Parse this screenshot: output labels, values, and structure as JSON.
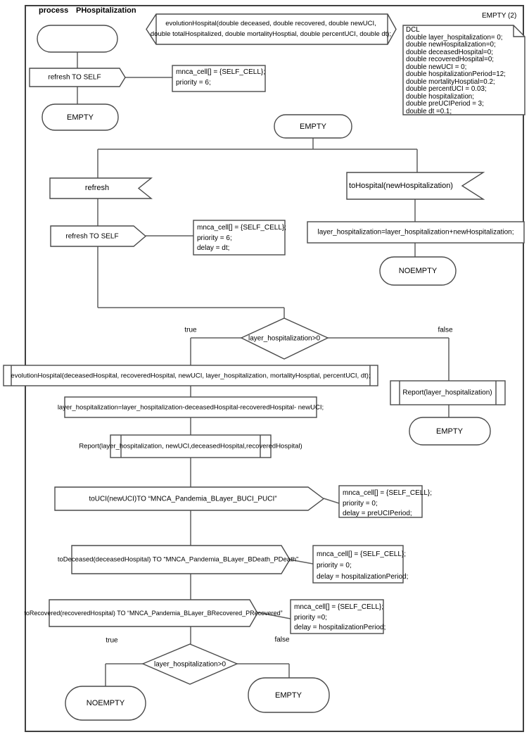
{
  "header": {
    "process_label": "process",
    "process_name": "PHospitalization",
    "empty2_label": "EMPTY (2)"
  },
  "signature": {
    "line1": "evolutionHospital(double deceased, double recovered, double newUCI,",
    "line2": "double totalHospitalized, double mortalityHosptial, double percentUCI, double dt);"
  },
  "dcl": {
    "lines": [
      "DCL",
      "double layer_hospitalization= 0;",
      "double newHospitalization=0;",
      "double deceasedHospital=0;",
      "double recoveredHospital=0;",
      "double newUCI = 0;",
      "double hospitalizationPeriod=12;",
      "double mortalityHosptial=0.2;",
      "double percentUCI = 0.03;",
      "double hospitalization;",
      "double preUCIPeriod = 3;",
      "double dt =0.1;"
    ]
  },
  "states": {
    "empty_top": "EMPTY",
    "empty_mid": "EMPTY",
    "noempty_right": "NOEMPTY",
    "empty_false_branch": "EMPTY",
    "noempty_bottom": "NOEMPTY",
    "empty_bottom": "EMPTY"
  },
  "inputs": {
    "refresh": "refresh",
    "to_hospital": "toHospital(newHospitalization)"
  },
  "outputs": {
    "refresh_to_self": "refresh TO SELF",
    "to_uci": "toUCI(newUCI)TO “MNCA_Pandemia_BLayer_BUCI_PUCI”",
    "to_deceased": "toDeceased(deceasedHospital) TO “MNCA_Pandemia_BLayer_BDeath_PDeath”",
    "to_recovered": "toRecovered(recoveredHospital) TO “MNCA_Pandemia_BLayer_BRecovered_PRecovered”"
  },
  "comments": {
    "c1": [
      "mnca_cell[] = {SELF_CELL};",
      "priority = 6;"
    ],
    "c2": [
      "mnca_cell[] = {SELF_CELL};",
      "priority = 6;",
      "delay = dt;"
    ],
    "c3": [
      "mnca_cell[] = {SELF_CELL};",
      "priority = 0;",
      "delay = preUCIPeriod;"
    ],
    "c4": [
      "mnca_cell[] = {SELF_CELL};",
      "priority = 0;",
      "delay = hospitalizationPeriod;"
    ],
    "c5": [
      "mnca_cell[] = {SELF_CELL};",
      "priority =0;",
      "delay = hospitalizationPeriod;"
    ]
  },
  "tasks": {
    "add": "layer_hospitalization=layer_hospitalization+newHospitalization;",
    "subtract": "layer_hospitalization=layer_hospitalization-deceasedHospital-recoveredHospital- newUCI;"
  },
  "calls": {
    "evolution": "evolutionHospital(deceasedHospital, recoveredHospital, newUCI, layer_hospitalization, mortalityHosptial, percentUCI, dt);",
    "report_full": "Report(layer_hospitalization, newUCI,deceasedHospital,recoveredHospital)",
    "report_simple": "Report(layer_hospitalization)"
  },
  "decisions": {
    "d1": "layer_hospitalization>0",
    "d2": "layer_hospitalization>0"
  },
  "branch_labels": {
    "true1": "true",
    "false1": "false",
    "true2": "true",
    "false2": "false"
  },
  "colors": {
    "shape_stroke": "#4a4a4a",
    "flow_line": "#5f5f5f",
    "frame": "#3f3f3f",
    "fill": "#ffffff"
  }
}
